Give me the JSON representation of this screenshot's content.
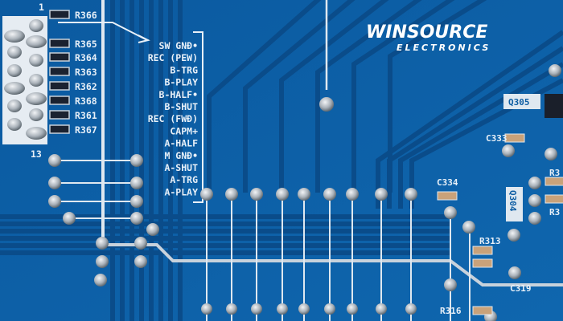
{
  "logo": {
    "brand": "WINSOURCE",
    "subtitle": "ELECTRONICS"
  },
  "connector_pins": {
    "first": "1",
    "last": "13"
  },
  "resistors_left": [
    "R366",
    "R365",
    "R364",
    "R363",
    "R362",
    "R368",
    "R361",
    "R367"
  ],
  "signal_labels": [
    "SW GNĐ•",
    "REC (PEW)",
    "B-TRG",
    "B-PLAY",
    "B-HALF•",
    "B-SHUT",
    "REC (FWĐ)",
    "CAPM+",
    "A-HALF",
    "M GNĐ•",
    "A-SHUT",
    "A-TRG",
    "A-PLAY"
  ],
  "components_right": {
    "q305": "Q305",
    "c333": "C333",
    "c334": "C334",
    "q304": "Q304",
    "r313": "R313",
    "c319": "C319",
    "r316": "R316",
    "r3a": "R3",
    "r3b": "R3"
  },
  "colors": {
    "board": "#0d5da3",
    "trace": "#0a4f8f",
    "silk": "#e8f0f8",
    "pad": "#b8c0c8"
  }
}
